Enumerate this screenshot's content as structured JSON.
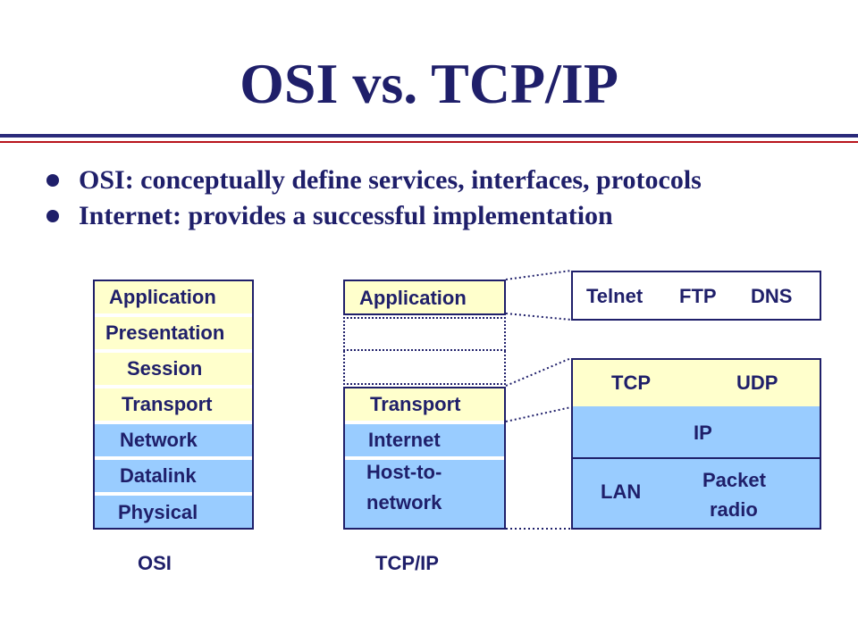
{
  "title": "OSI vs. TCP/IP",
  "bullets": [
    "OSI: conceptually define services, interfaces, protocols",
    "Internet: provides a successful implementation"
  ],
  "osi": {
    "layers": [
      "Application",
      "Presentation",
      "Session",
      "Transport",
      "Network",
      "Datalink",
      "Physical"
    ],
    "caption": "OSI"
  },
  "tcpip": {
    "application": "Application",
    "transport": "Transport",
    "internet": "Internet",
    "host_line1": "Host-to-",
    "host_line2": "network",
    "caption": "TCP/IP"
  },
  "protocols": {
    "app": [
      "Telnet",
      "FTP",
      "DNS"
    ],
    "transport": [
      "TCP",
      "UDP"
    ],
    "network": "IP",
    "link_lan": "LAN",
    "link_packet1": "Packet",
    "link_packet2": "radio"
  },
  "colors": {
    "title": "#1f1f6a",
    "upper_layers": "#ffffcc",
    "lower_layers": "#99ccff",
    "rule_blue": "#2a2a7a",
    "rule_red": "#b8141c"
  }
}
